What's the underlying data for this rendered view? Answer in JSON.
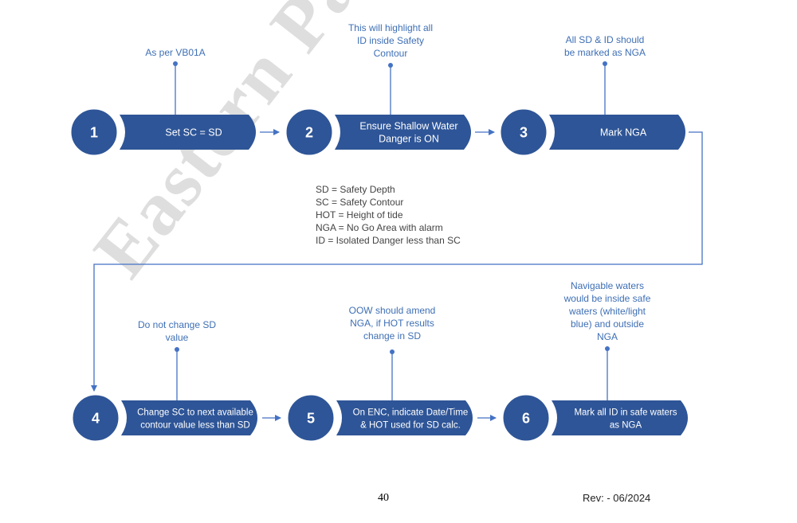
{
  "watermark": "Eastern Pacific Shipping",
  "steps": [
    {
      "number": "1",
      "label": [
        "Set SC = SD"
      ],
      "note": [
        "As per VB01A"
      ]
    },
    {
      "number": "2",
      "label": [
        "Ensure Shallow Water",
        "Danger is ON"
      ],
      "note": [
        "This will highlight all",
        "ID inside Safety",
        "Contour"
      ]
    },
    {
      "number": "3",
      "label": [
        "Mark NGA"
      ],
      "note": [
        "All SD & ID should",
        "be marked as NGA"
      ]
    },
    {
      "number": "4",
      "label": [
        "Change SC to next available",
        "contour value less than SD"
      ],
      "note": [
        "Do not change SD",
        "value"
      ]
    },
    {
      "number": "5",
      "label": [
        "On ENC, indicate Date/Time",
        "& HOT used for SD calc."
      ],
      "note": [
        "OOW should amend",
        "NGA, if HOT results",
        "change in SD"
      ]
    },
    {
      "number": "6",
      "label": [
        "Mark all ID in safe waters",
        "as NGA"
      ],
      "note": [
        "Navigable waters",
        "would be inside safe",
        "waters (white/light",
        "blue) and outside",
        "NGA"
      ]
    }
  ],
  "legend": [
    "SD = Safety Depth",
    "SC = Safety Contour",
    "HOT = Height of tide",
    "NGA = No Go Area with alarm",
    "ID = Isolated Danger less than SC"
  ],
  "footer": {
    "page_number": "40",
    "revision": "Rev: - 06/2024"
  },
  "colors": {
    "shape_fill": "#2e5597",
    "connector": "#4472c4",
    "note_text": "#3e6fb5",
    "legend_text": "#444444"
  }
}
